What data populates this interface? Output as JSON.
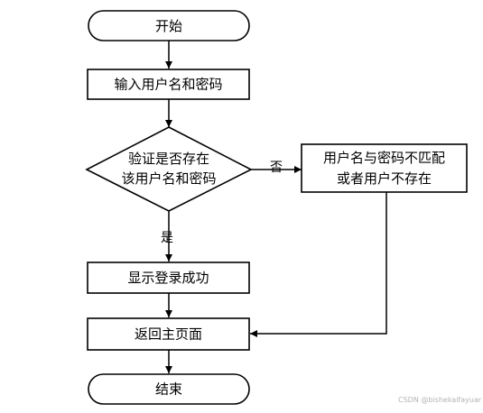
{
  "flowchart": {
    "start": "开始",
    "input": "输入用户名和密码",
    "check_line1": "验证是否存在",
    "check_line2": "该用户名和密码",
    "no_label": "否",
    "error_line1": "用户名与密码不匹配",
    "error_line2": "或者用户不存在",
    "yes_label": "是",
    "success": "显示登录成功",
    "return_home": "返回主页面",
    "end": "结束"
  },
  "watermark": "CSDN @bishekaifayuar",
  "colors": {
    "stroke": "#000000",
    "fill": "#ffffff",
    "watermark": "#b3b3b3"
  }
}
